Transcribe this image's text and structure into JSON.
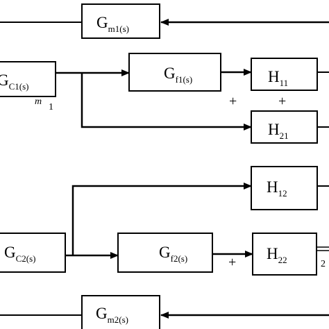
{
  "blocks": {
    "gm1": {
      "main": "G",
      "sub": "m1(s)"
    },
    "gc1": {
      "main": "G",
      "sub": "C1(s)"
    },
    "gf1": {
      "main": "G",
      "sub": "f1(s)"
    },
    "h11": {
      "main": "H",
      "sub": "11"
    },
    "h21": {
      "main": "H",
      "sub": "21"
    },
    "h12": {
      "main": "H",
      "sub": "12"
    },
    "gc2": {
      "main": "G",
      "sub": "C2(s)"
    },
    "gf2": {
      "main": "G",
      "sub": "f2(s)"
    },
    "h22": {
      "main": "H",
      "sub": "22"
    },
    "gm2": {
      "main": "G",
      "sub": "m2(s)"
    }
  },
  "signs": {
    "plus_left_1": "+",
    "plus_right_1": "+",
    "plus_2": "+"
  },
  "fragments": {
    "m1": "m",
    "one": "1",
    "two": "2"
  }
}
